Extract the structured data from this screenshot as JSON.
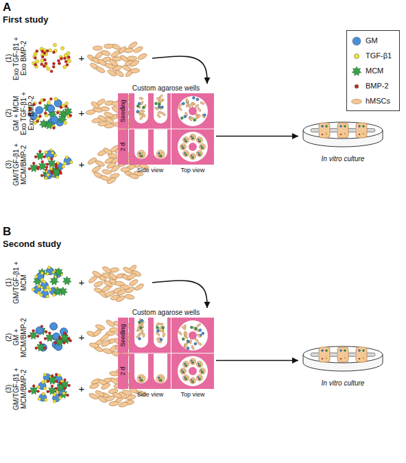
{
  "diagram": {
    "nodes": [
      {
        "text": [
          "(1)",
          "Exo TGF-β1 + Exo BMP-2"
        ]
      },
      {
        "text": [
          "(2)",
          "GM + MCM Exo TGF-β1 + Exo BMP-2"
        ]
      },
      {
        "text": [
          "(3)",
          "GM/TGF-β1 + MCM/BMP-2"
        ]
      },
      {
        "text": [
          "Custom agarose wells"
        ]
      },
      {
        "text": [
          "In vitro culture"
        ]
      },
      {
        "text": [
          "(1)",
          "GM/TGF-β1 + MCM"
        ]
      },
      {
        "text": [
          "(2)",
          "GM + MCM/BMP-2"
        ]
      },
      {
        "text": [
          "(3)",
          "GM/TGF-β1 + MCM/BMP-2"
        ]
      },
      {
        "text": [
          "Custom agarose wells"
        ]
      },
      {
        "text": [
          "In vitro culture"
        ]
      }
    ],
    "edges": [
      {
        "from": 0,
        "to": 3,
        "arrow": "to"
      },
      {
        "from": 3,
        "to": 4,
        "arrow": "to"
      },
      {
        "from": 5,
        "to": 8,
        "arrow": "to"
      },
      {
        "from": 8,
        "to": 9,
        "arrow": "to"
      }
    ],
    "labels": [
      "A",
      "First study",
      "+",
      "+",
      "+",
      "Seeding",
      "2 d",
      "Side view",
      "Top view",
      "B",
      "Second study",
      "+",
      "+",
      "+",
      "Seeding",
      "2 d",
      "Side view",
      "Top view"
    ],
    "legend": [
      {
        "text": "GM",
        "color": "#4a8fd8"
      },
      {
        "text": "TGF-β1",
        "color": "#f2e33a"
      },
      {
        "text": "MCM",
        "color": "#3aa04a"
      },
      {
        "text": "BMP-2",
        "color": "#c8281e"
      },
      {
        "text": "hMSCs",
        "color": "#f4c896"
      }
    ]
  }
}
